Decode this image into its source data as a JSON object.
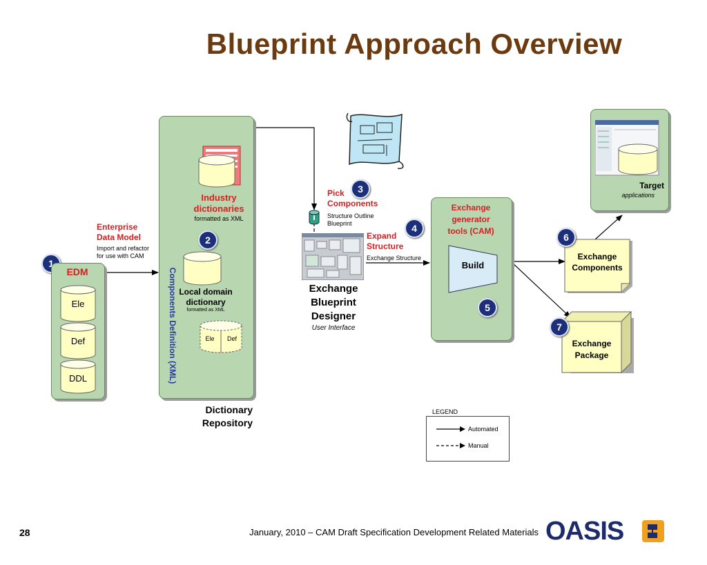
{
  "title": "Blueprint Approach Overview",
  "footer": {
    "page_number": "28",
    "caption": "January, 2010 – CAM Draft Specification Development Related Materials",
    "logo_text": "OASIS"
  },
  "edm": {
    "step": "1",
    "label": "EDM",
    "heading_line1": "Enterprise",
    "heading_line2": "Data Model",
    "desc_line1": "Import and refactor",
    "desc_line2": "for use with CAM",
    "items": [
      "Ele",
      "Def",
      "DDL"
    ]
  },
  "repository": {
    "step": "2",
    "vertical_label": "Components Definition (XML)",
    "industry_line1": "Industry",
    "industry_line2": "dictionaries",
    "industry_sub": "formatted as XML",
    "local_line1": "Local domain",
    "local_line2": "dictionary",
    "local_sub": "formatted as XML",
    "split_left": "Ele",
    "split_right": "Def",
    "caption_line1": "Dictionary",
    "caption_line2": "Repository"
  },
  "pick": {
    "step": "3",
    "line1": "Pick",
    "line2": "Components",
    "sub_line1": "Structure Outline",
    "sub_line2": "Blueprint"
  },
  "expand": {
    "step": "4",
    "line1": "Expand",
    "line2": "Structure",
    "sub": "Exchange Structure"
  },
  "designer": {
    "line1": "Exchange",
    "line2": "Blueprint",
    "line3": "Designer",
    "sub": "User Interface"
  },
  "generator": {
    "step": "5",
    "line1": "Exchange",
    "line2": "generator",
    "line3": "tools (CAM)",
    "build": "Build"
  },
  "components": {
    "step": "6",
    "line1": "Exchange",
    "line2": "Components"
  },
  "package": {
    "step": "7",
    "line1": "Exchange",
    "line2": "Package"
  },
  "target": {
    "label": "Target",
    "sub": "applications"
  },
  "legend": {
    "title": "LEGEND",
    "automated": "Automated",
    "manual": "Manual"
  },
  "colors": {
    "title_brown": "#6b3a0f",
    "panel_green": "#b8d6b0",
    "note_yellow": "#ffffc4",
    "step_blue": "#1b2f7a",
    "label_red": "#d42020",
    "oasis_navy": "#1d2a6b",
    "oasis_orange": "#f0a020"
  }
}
